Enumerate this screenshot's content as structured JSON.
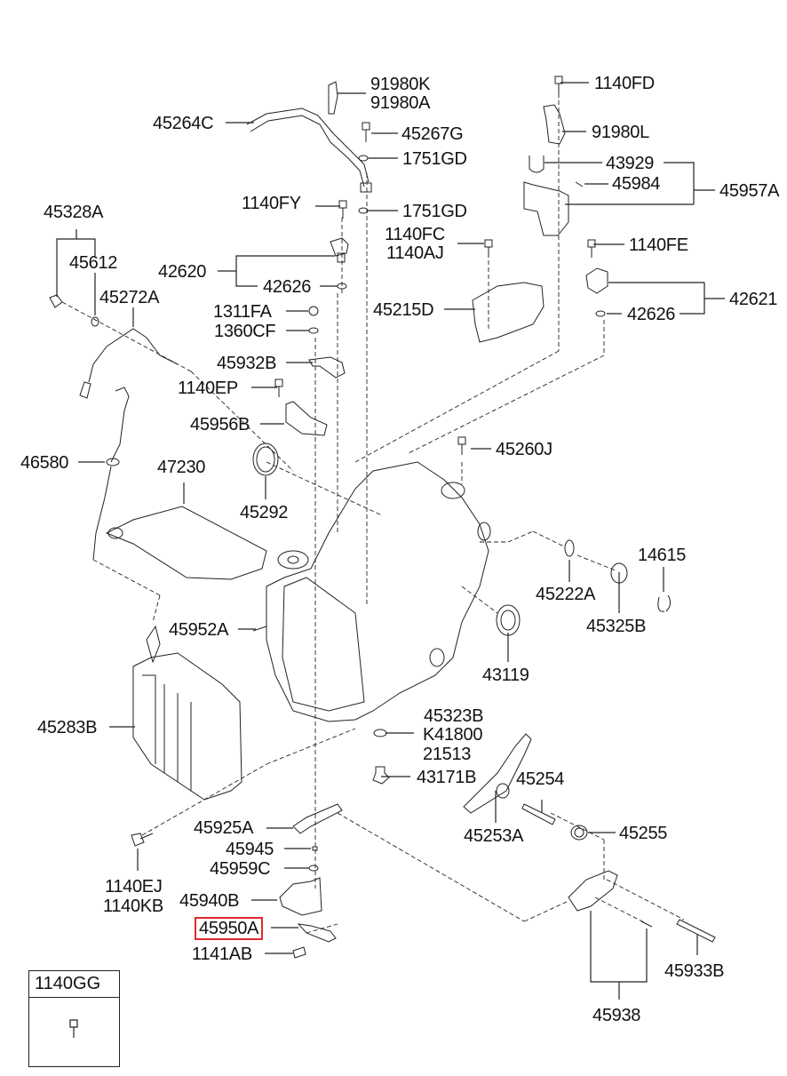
{
  "diagram": {
    "type": "exploded-parts-diagram",
    "subject": "Automatic transaxle case assembly",
    "highlight_color": "#e0282e",
    "highlighted_part": "45950A",
    "labels": {
      "p91980K": "91980K",
      "p91980A": "91980A",
      "p45264C": "45264C",
      "p45267G": "45267G",
      "p1751GD_a": "1751GD",
      "p1751GD_b": "1751GD",
      "p1140FY": "1140FY",
      "p1140FC": "1140FC",
      "p1140AJ": "1140AJ",
      "p1140FD": "1140FD",
      "p91980L": "91980L",
      "p43929": "43929",
      "p45984": "45984",
      "p45957A": "45957A",
      "p1140FE": "1140FE",
      "p42621": "42621",
      "p42626_r": "42626",
      "p45215D": "45215D",
      "p45328A": "45328A",
      "p45612": "45612",
      "p45272A": "45272A",
      "p42620": "42620",
      "p42626_l": "42626",
      "p1311FA": "1311FA",
      "p1360CF": "1360CF",
      "p45932B": "45932B",
      "p1140EP": "1140EP",
      "p45956B": "45956B",
      "p46580": "46580",
      "p47230": "47230",
      "p45292": "45292",
      "p45260J": "45260J",
      "p45952A": "45952A",
      "p45222A": "45222A",
      "p14615": "14615",
      "p45325B": "45325B",
      "p43119": "43119",
      "p45283B": "45283B",
      "p45323B": "45323B",
      "pK41800": "K41800",
      "p21513": "21513",
      "p43171B": "43171B",
      "p45254": "45254",
      "p45253A": "45253A",
      "p45255": "45255",
      "p45925A": "45925A",
      "p45945": "45945",
      "p45959C": "45959C",
      "p45940B": "45940B",
      "p45950A": "45950A",
      "p1141AB": "1141AB",
      "p1140EJ": "1140EJ",
      "p1140KB": "1140KB",
      "p45933B": "45933B",
      "p45938": "45938",
      "p1140GG": "1140GG"
    }
  }
}
